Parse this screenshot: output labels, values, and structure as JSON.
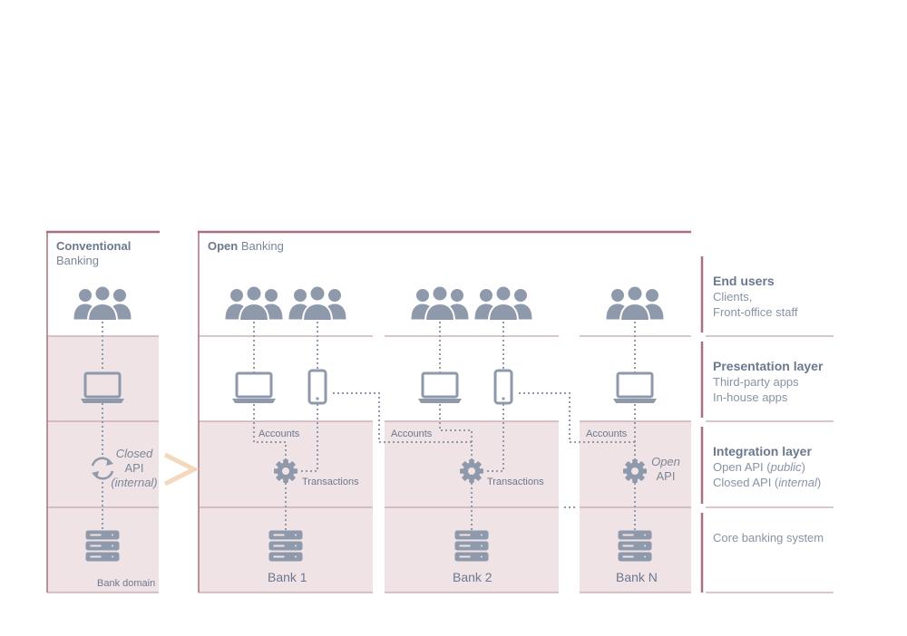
{
  "conventional": {
    "title_bold": "Conventional",
    "title_rest": "Banking",
    "api_line1": "Closed",
    "api_line2": "API",
    "api_line3": "(internal)",
    "domain_label": "Bank domain"
  },
  "open": {
    "title_bold": "Open",
    "title_rest": "Banking",
    "api_line1": "Open",
    "api_line2": "API"
  },
  "labels": {
    "accounts": "Accounts",
    "transactions": "Transactions"
  },
  "banks": [
    "Bank 1",
    "Bank 2",
    "Bank N"
  ],
  "legend": {
    "end_users": {
      "title": "End users",
      "line1": "Clients,",
      "line2": "Front-office staff"
    },
    "presentation": {
      "title": "Presentation layer",
      "line1": "Third-party apps",
      "line2": "In-house apps"
    },
    "integration": {
      "title": "Integration layer",
      "line1_a": "Open API (",
      "line1_i": "public",
      "line1_b": ")",
      "line2_a": "Closed API (",
      "line2_i": "internal",
      "line2_b": ")"
    },
    "core": {
      "title": "Core banking system"
    }
  },
  "colors": {
    "band": "#f0e3e5",
    "accent": "#a9707d",
    "icon": "#8e9aab",
    "dotted": "#8e9aab",
    "chevron": "#f3d8bb"
  }
}
